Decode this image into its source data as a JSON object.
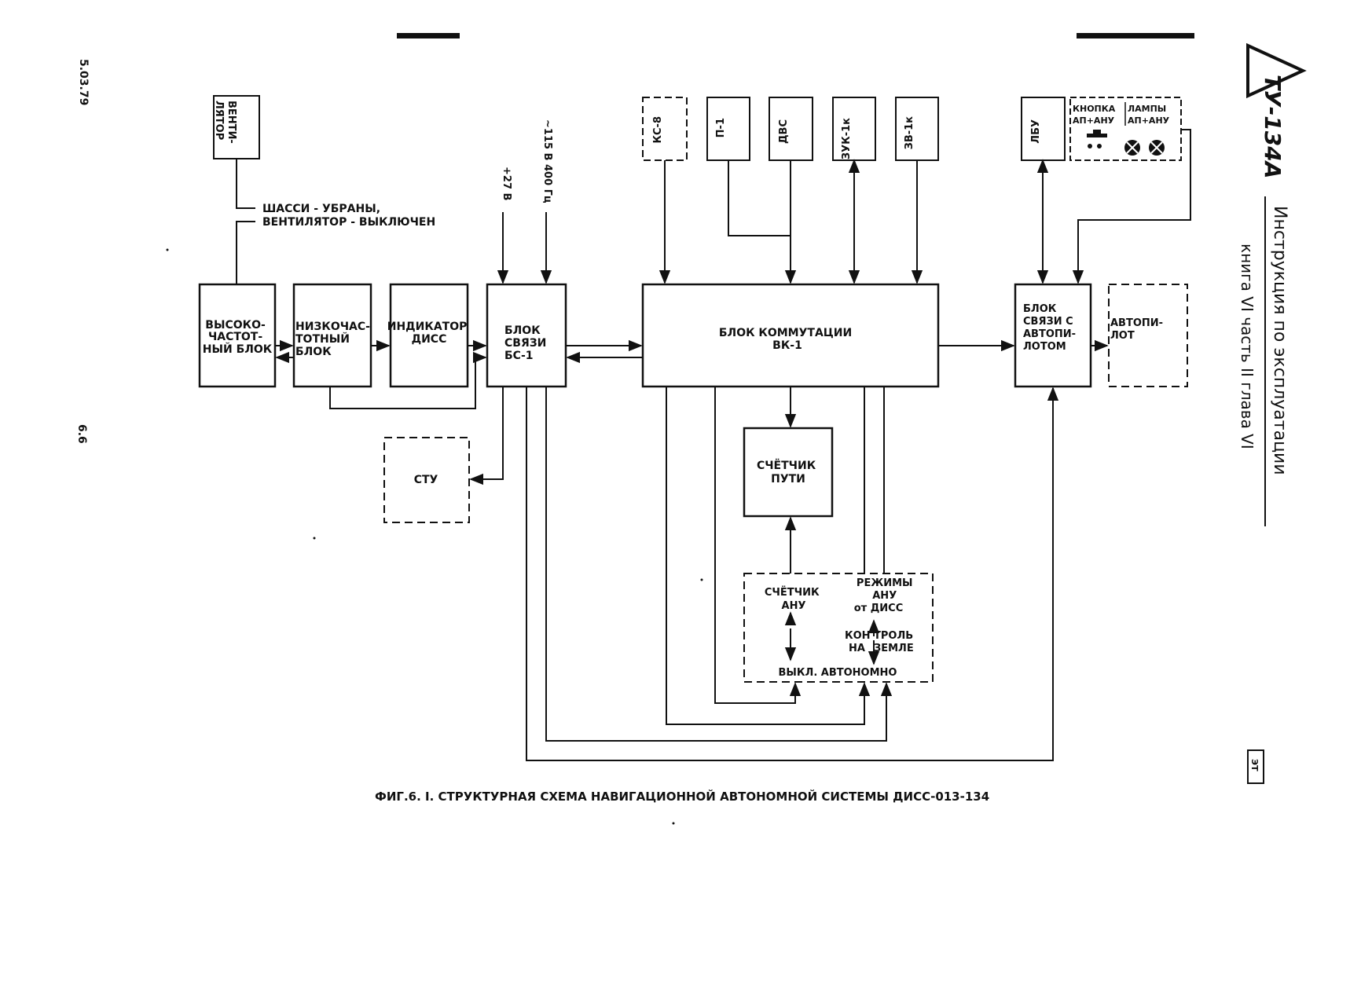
{
  "margin": {
    "date": "5.03.79",
    "page_number": "6.6",
    "logo_text": "ТУ-134А",
    "stamp": "ЭТ"
  },
  "title_block": {
    "line1": "Инструкция по эксплуатации",
    "line2": "книга VI часть II глава VI"
  },
  "boxes": {
    "ventilator": [
      "ВЕНТИ-",
      "ЛЯТОР"
    ],
    "hf_block": [
      "ВЫСОКО-",
      "ЧАСТОТ-",
      "НЫЙ БЛОК"
    ],
    "lf_block": [
      "НИЗКОЧАС-",
      "ТОТНЫЙ",
      "БЛОК"
    ],
    "indicator": [
      "ИНДИКАТОР",
      "ДИСС"
    ],
    "bs1": [
      "БЛОК",
      "СВЯЗИ",
      "БС-1"
    ],
    "stu": [
      "СТУ"
    ],
    "ks8": [
      "КС-8"
    ],
    "p1": [
      "П-1"
    ],
    "dvs": [
      "ДВС"
    ],
    "zuk1k": [
      "ЗУК-1к"
    ],
    "zv1k": [
      "ЗВ-1к"
    ],
    "bk1": [
      "БЛОК КОММУТАЦИИ",
      "ВК-1"
    ],
    "counter": [
      "СЧЁТЧИК",
      "ПУТИ"
    ],
    "lbu": [
      "ЛБУ"
    ],
    "autopilot_link": [
      "БЛОК",
      "СВЯЗИ С",
      "АВТОПИ-",
      "ЛОТОМ"
    ],
    "autopilot": [
      "АВТОПИ-",
      "ЛОТ"
    ]
  },
  "labels": {
    "chassis": [
      "ШАССИ - УБРАНЫ,",
      "ВЕНТИЛЯТОР - ВЫКЛЮЧЕН"
    ],
    "v27": "+27 В",
    "v115": "~115 В 400 Гц"
  },
  "buttons_panel": {
    "button_label": [
      "КНОПКА",
      "АП+АНУ"
    ],
    "lamps_label": [
      "ЛАМПЫ",
      "АП+АНУ"
    ]
  },
  "control_panel": {
    "counter_anu": [
      "СЧЁТЧИК",
      "АНУ"
    ],
    "modes": [
      "РЕЖИМЫ",
      "АНУ",
      "от ДИСС"
    ],
    "control": [
      "КОН",
      "ТРОЛЬ",
      "НА",
      "ЗЕМЛЕ"
    ],
    "off_auto": "ВЫКЛ. АВТОНОМНО"
  },
  "caption": "ФИГ.6. I. СТРУКТУРНАЯ СХЕМА НАВИГАЦИОННОЙ АВТОНОМНОЙ СИСТЕМЫ ДИСС-013-134"
}
